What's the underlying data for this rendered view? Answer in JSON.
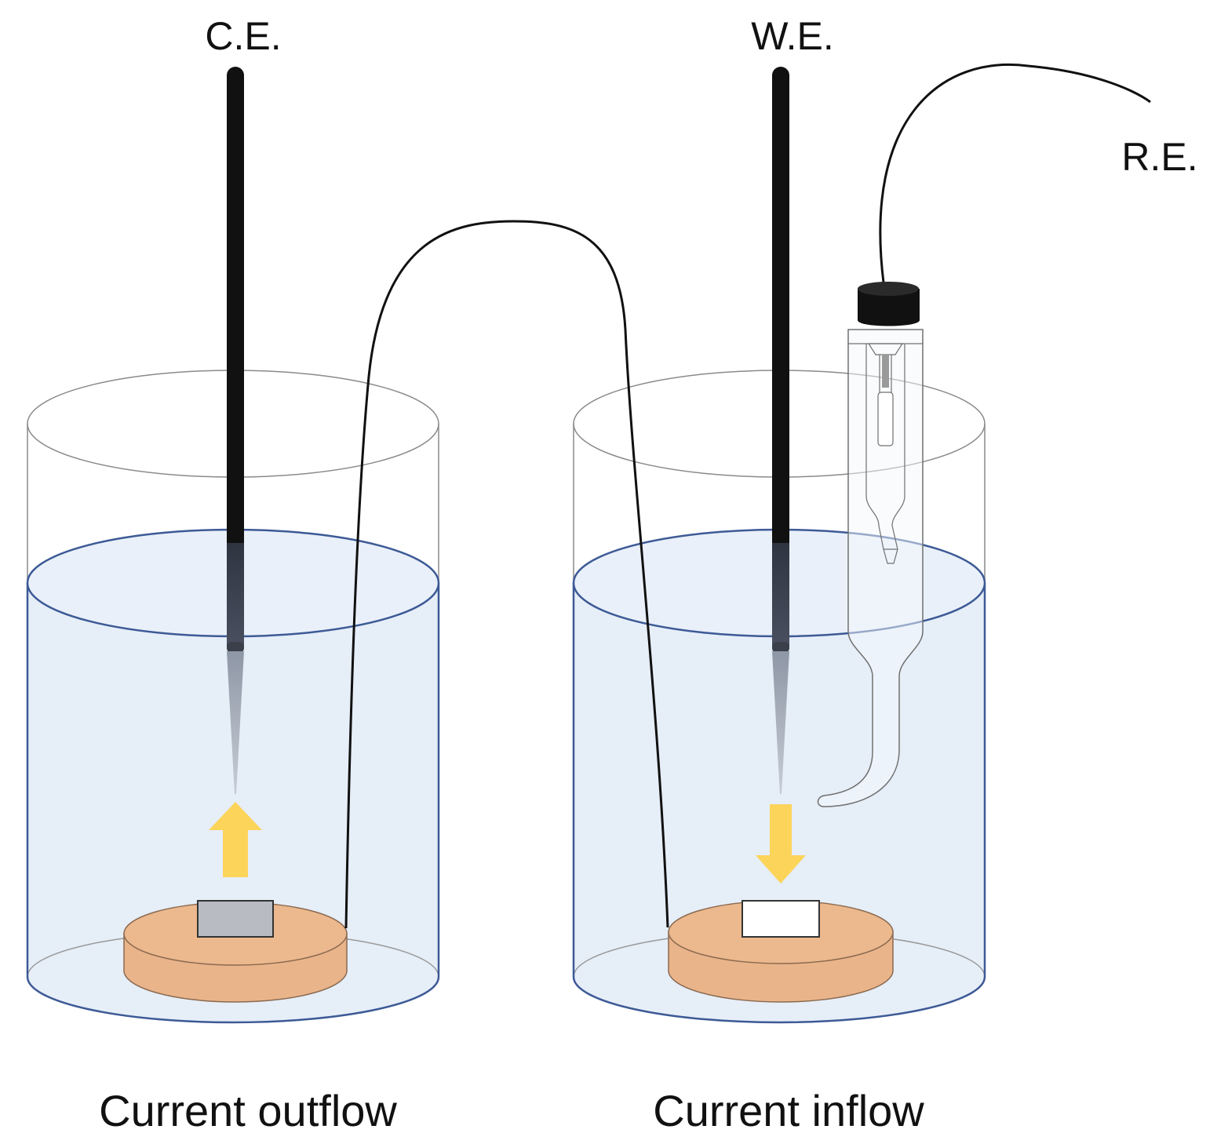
{
  "labels": {
    "counter_electrode": "C.E.",
    "working_electrode": "W.E.",
    "reference_electrode": "R.E.",
    "left_caption": "Current outflow",
    "right_caption": "Current inflow"
  },
  "colors": {
    "electrolyte_fill": "#e6eef8",
    "electrolyte_outline": "#3d5a96",
    "beaker_outline": "#7a7a7a",
    "electrode": "#111111",
    "holder": "#eab48a",
    "holder_outline": "#8a6a50",
    "arrow": "#fcd45a",
    "left_sample": "#b8bcc2",
    "right_sample": "#ffffff"
  }
}
